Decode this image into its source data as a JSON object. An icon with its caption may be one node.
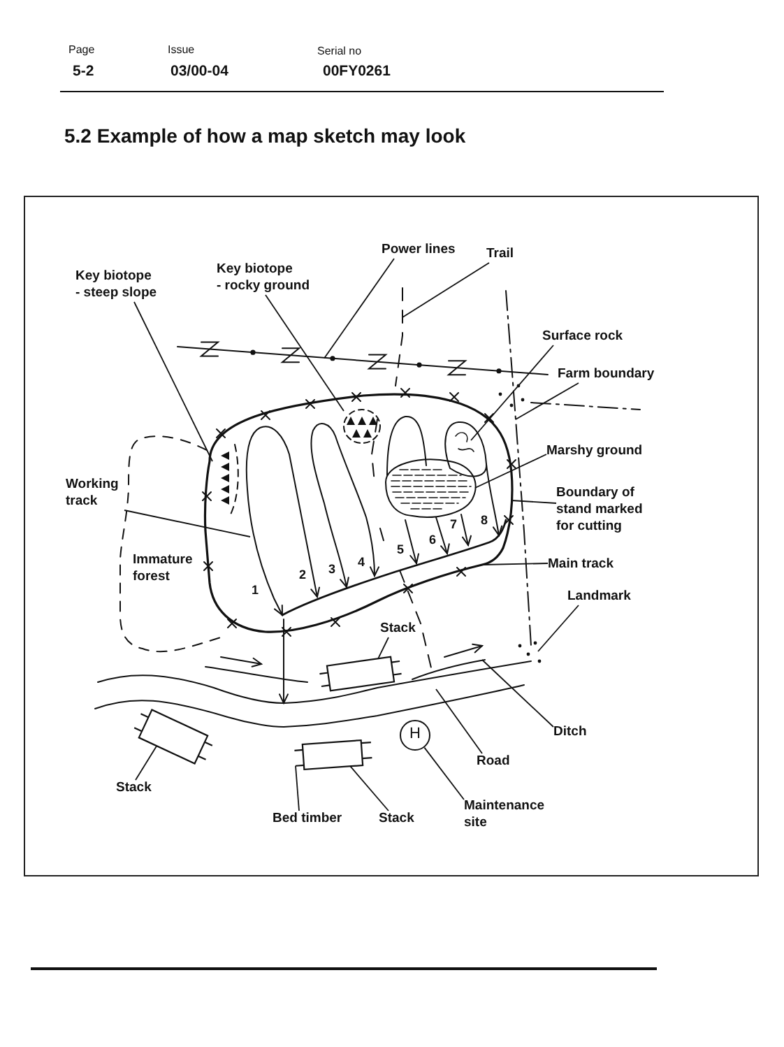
{
  "diagram": {
    "title": "5.2 Example of how a map sketch may look",
    "nodes": [
      {
        "text": [
          "Power lines"
        ]
      },
      {
        "text": [
          "Trail"
        ]
      },
      {
        "text": [
          "Key biotope",
          "- rocky ground"
        ]
      },
      {
        "text": [
          "Key biotope",
          "- steep slope"
        ]
      },
      {
        "text": [
          "Surface rock"
        ]
      },
      {
        "text": [
          "Farm boundary"
        ]
      },
      {
        "text": [
          "Marshy ground"
        ]
      },
      {
        "text": [
          "Working track"
        ]
      },
      {
        "text": [
          "Boundary of stand marked for cutting"
        ]
      },
      {
        "text": [
          "Main track"
        ]
      },
      {
        "text": [
          "Landmark"
        ]
      },
      {
        "text": [
          "Stack"
        ]
      },
      {
        "text": [],
        "shape": "box"
      },
      {
        "text": [],
        "shape": "box"
      },
      {
        "text": [
          "H"
        ]
      },
      {
        "text": [
          "Ditch"
        ]
      },
      {
        "text": [
          "Road"
        ]
      },
      {
        "text": [],
        "shape": "box"
      },
      {
        "text": [
          "Stack"
        ]
      },
      {
        "text": [
          "Maintenance site"
        ]
      },
      {
        "text": [
          "Bed timber"
        ]
      },
      {
        "text": [
          "Stack"
        ]
      }
    ],
    "edges": [
      {
        "from": 0,
        "to": null,
        "arrow": "none"
      },
      {
        "from": 1,
        "to": null,
        "arrow": "none"
      },
      {
        "from": 2,
        "to": null,
        "arrow": "none"
      },
      {
        "from": 3,
        "to": null,
        "arrow": "none"
      },
      {
        "from": 4,
        "to": null,
        "arrow": "none"
      },
      {
        "from": 5,
        "to": null,
        "arrow": "none"
      },
      {
        "from": 6,
        "to": null,
        "arrow": "none"
      },
      {
        "from": 7,
        "to": null,
        "arrow": "none"
      },
      {
        "from": 8,
        "to": null,
        "arrow": "none"
      },
      {
        "from": 9,
        "to": null,
        "arrow": "none"
      },
      {
        "from": 10,
        "to": null,
        "arrow": "none"
      },
      {
        "from": 11,
        "to": 12,
        "arrow": "none"
      },
      {
        "from": 18,
        "to": 13,
        "arrow": "none"
      },
      {
        "from": 15,
        "to": null,
        "arrow": "none"
      },
      {
        "from": 16,
        "to": null,
        "arrow": "none"
      },
      {
        "from": 19,
        "to": 14,
        "arrow": "none"
      },
      {
        "from": 20,
        "to": 17,
        "arrow": "none"
      },
      {
        "from": 21,
        "to": 17,
        "arrow": "none"
      }
    ],
    "labels": [
      "Page",
      "5-2",
      "Issue",
      "03/00-04",
      "Serial no",
      "00FY0261",
      "Immature forest",
      "1",
      "2",
      "3",
      "4",
      "5",
      "6",
      "7",
      "8"
    ]
  }
}
